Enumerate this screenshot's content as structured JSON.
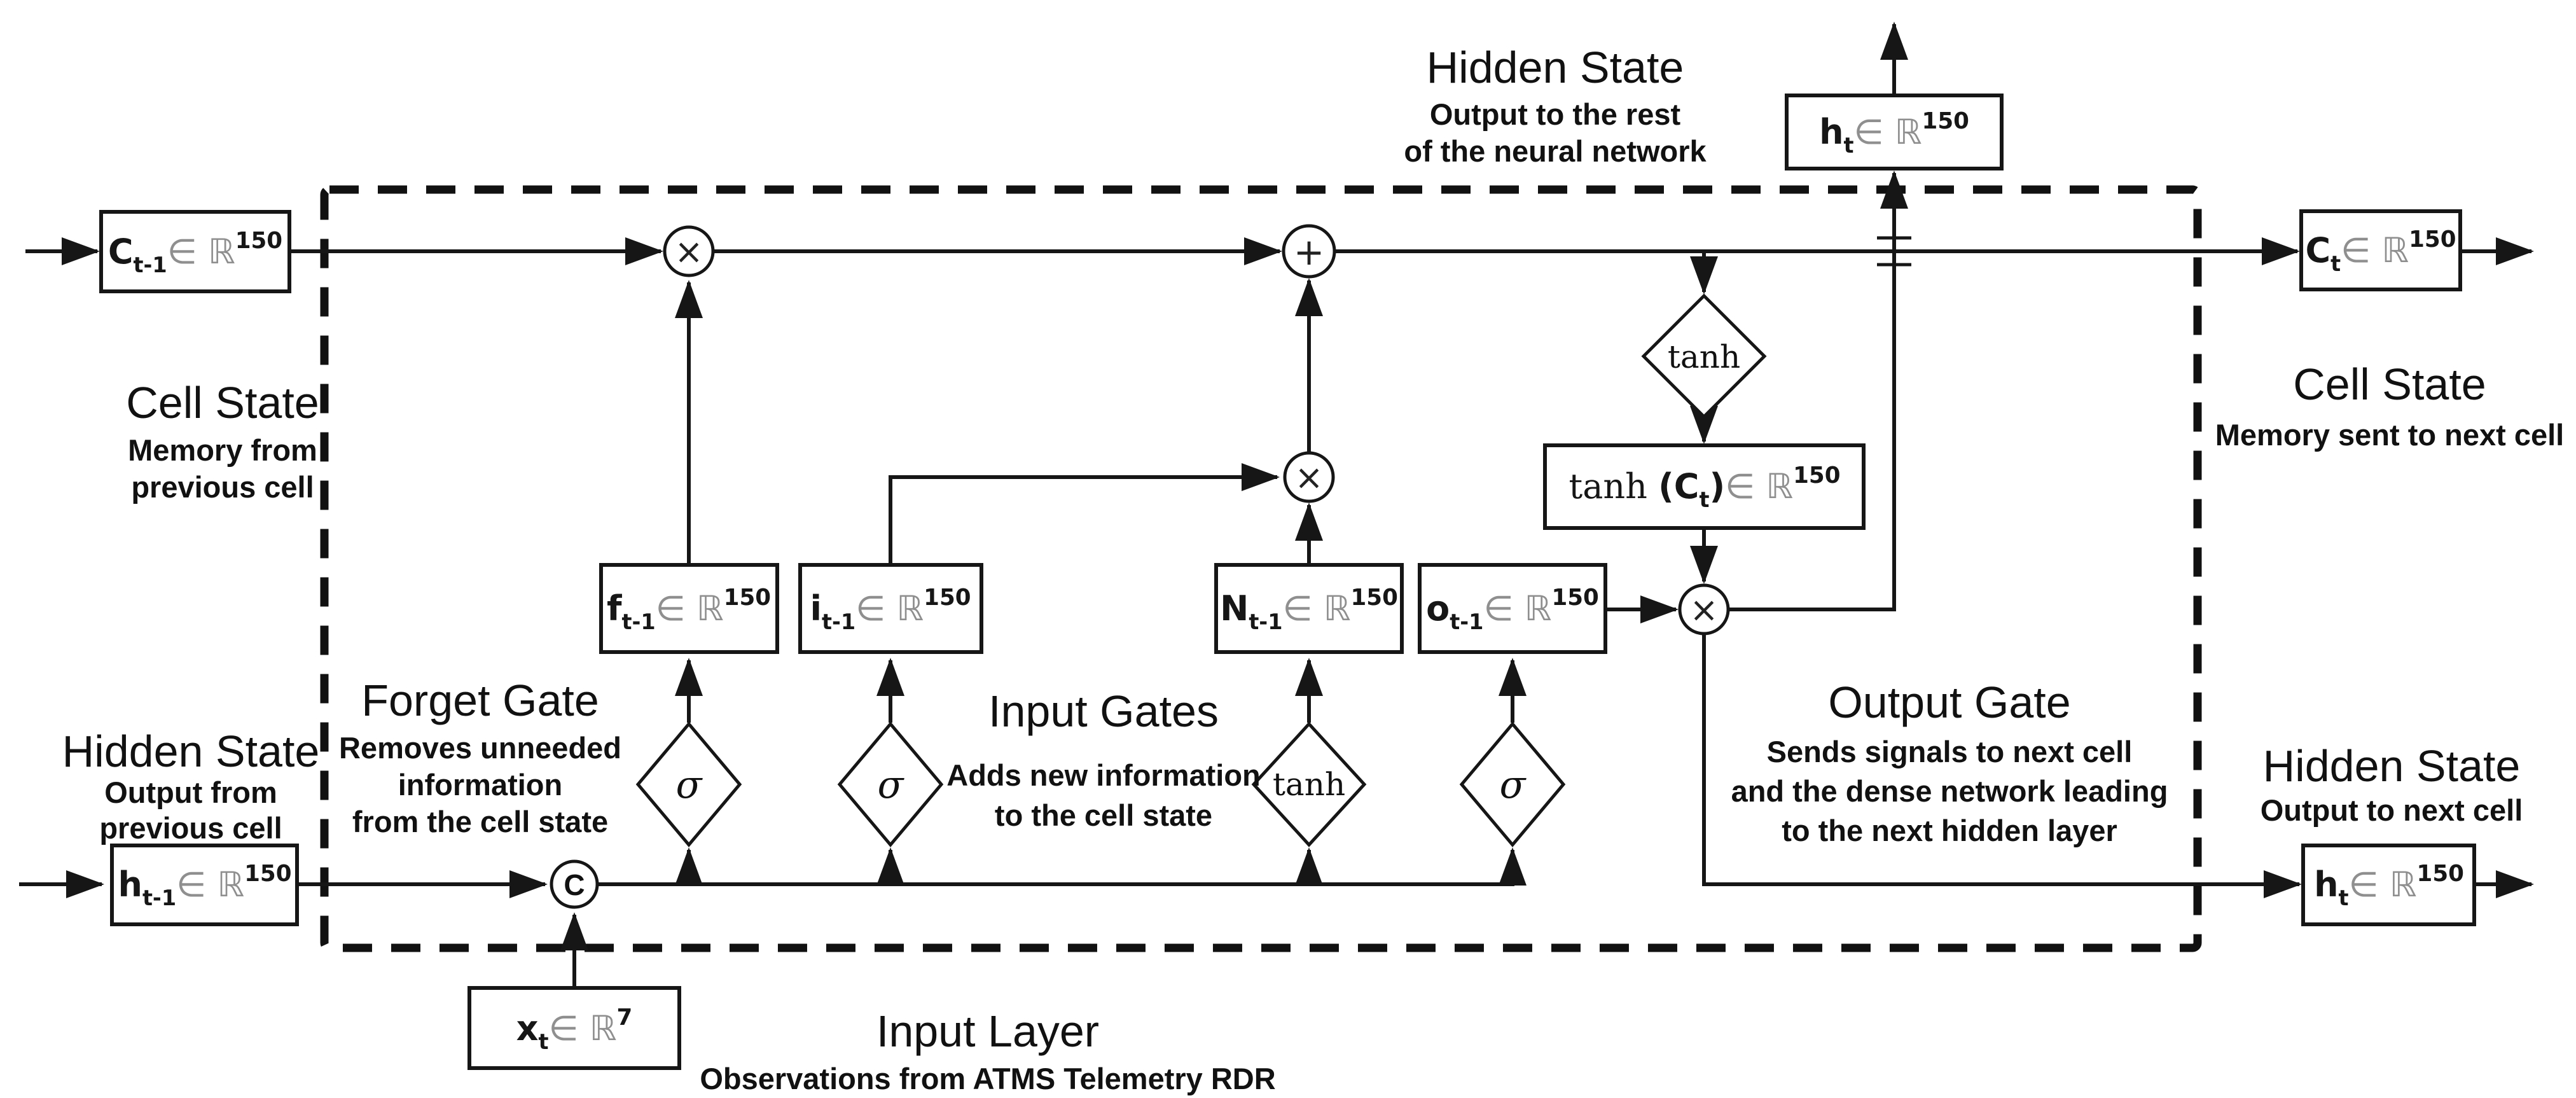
{
  "diagram_title": "LSTM cell diagram",
  "colors": {
    "ink": "#161616",
    "gray_math": "#8f8f8f",
    "background": "#ffffff"
  },
  "annotations": {
    "hidden_state_top": {
      "title": "Hidden State",
      "lines": [
        "Output to the rest",
        "of the neural network"
      ]
    },
    "cell_state_left": {
      "title": "Cell State",
      "lines": [
        "Memory from",
        "previous cell"
      ]
    },
    "cell_state_right": {
      "title": "Cell State",
      "lines": [
        "Memory sent to next cell"
      ]
    },
    "hidden_state_left": {
      "title": "Hidden State",
      "lines": [
        "Output from",
        "previous cell"
      ]
    },
    "hidden_state_right": {
      "title": "Hidden State",
      "lines": [
        "Output to next cell"
      ]
    },
    "forget_gate": {
      "title": "Forget Gate",
      "lines": [
        "Removes unneeded",
        "information",
        "from the cell state"
      ]
    },
    "input_gates": {
      "title": "Input Gates",
      "lines": [
        "Adds new information",
        "to the cell state"
      ]
    },
    "output_gate": {
      "title": "Output Gate",
      "lines": [
        "Sends signals to next cell",
        "and the dense network leading",
        "to the next hidden layer"
      ]
    },
    "input_layer": {
      "title": "Input Layer",
      "lines": [
        "Observations from ATMS Telemetry RDR"
      ]
    }
  },
  "nodes": {
    "c_prev": {
      "parts": [
        {
          "t": "C"
        },
        {
          "t": "t-1",
          "s": "sub"
        },
        {
          "t": "∈ ",
          "g": 1
        },
        {
          "t": "ℝ",
          "g": 1
        },
        {
          "t": "150",
          "s": "sup"
        }
      ]
    },
    "c_next": {
      "parts": [
        {
          "t": "C"
        },
        {
          "t": "t",
          "s": "sub"
        },
        {
          "t": "∈ ",
          "g": 1
        },
        {
          "t": "ℝ",
          "g": 1
        },
        {
          "t": "150",
          "s": "sup"
        }
      ]
    },
    "h_prev": {
      "parts": [
        {
          "t": "h"
        },
        {
          "t": "t-1",
          "s": "sub"
        },
        {
          "t": "∈ ",
          "g": 1
        },
        {
          "t": "ℝ",
          "g": 1
        },
        {
          "t": "150",
          "s": "sup"
        }
      ]
    },
    "h_next": {
      "parts": [
        {
          "t": "h"
        },
        {
          "t": "t",
          "s": "sub"
        },
        {
          "t": "∈ ",
          "g": 1
        },
        {
          "t": "ℝ",
          "g": 1
        },
        {
          "t": "150",
          "s": "sup"
        }
      ]
    },
    "h_top": {
      "parts": [
        {
          "t": "h"
        },
        {
          "t": "t",
          "s": "sub"
        },
        {
          "t": "∈ ",
          "g": 1
        },
        {
          "t": "ℝ",
          "g": 1
        },
        {
          "t": "150",
          "s": "sup"
        }
      ]
    },
    "f_gate": {
      "parts": [
        {
          "t": "f"
        },
        {
          "t": "t-1",
          "s": "sub"
        },
        {
          "t": "∈ ",
          "g": 1
        },
        {
          "t": "ℝ",
          "g": 1
        },
        {
          "t": "150",
          "s": "sup"
        }
      ]
    },
    "i_gate": {
      "parts": [
        {
          "t": "i"
        },
        {
          "t": "t-1",
          "s": "sub"
        },
        {
          "t": "∈ ",
          "g": 1
        },
        {
          "t": "ℝ",
          "g": 1
        },
        {
          "t": "150",
          "s": "sup"
        }
      ]
    },
    "n_gate": {
      "parts": [
        {
          "t": "N"
        },
        {
          "t": "t-1",
          "s": "sub"
        },
        {
          "t": "∈ ",
          "g": 1
        },
        {
          "t": "ℝ",
          "g": 1
        },
        {
          "t": "150",
          "s": "sup"
        }
      ]
    },
    "o_gate": {
      "parts": [
        {
          "t": "o"
        },
        {
          "t": "t-1",
          "s": "sub"
        },
        {
          "t": "∈ ",
          "g": 1
        },
        {
          "t": "ℝ",
          "g": 1
        },
        {
          "t": "150",
          "s": "sup"
        }
      ]
    },
    "x_input": {
      "parts": [
        {
          "t": "x"
        },
        {
          "t": "t",
          "s": "sub"
        },
        {
          "t": "∈ ",
          "g": 1
        },
        {
          "t": "ℝ",
          "g": 1
        },
        {
          "t": "7",
          "s": "sup"
        }
      ]
    },
    "tanh_c": {
      "parts": [
        {
          "t": "tanh ",
          "f": "serif"
        },
        {
          "t": "(C"
        },
        {
          "t": "t",
          "s": "sub"
        },
        {
          "t": ")"
        },
        {
          "t": "∈ ",
          "g": 1
        },
        {
          "t": "ℝ",
          "g": 1
        },
        {
          "t": "150",
          "s": "sup"
        }
      ]
    }
  },
  "operators": {
    "multiply": "×",
    "add": "+",
    "concat": "C",
    "sigma": "σ",
    "tanh": "tanh"
  }
}
